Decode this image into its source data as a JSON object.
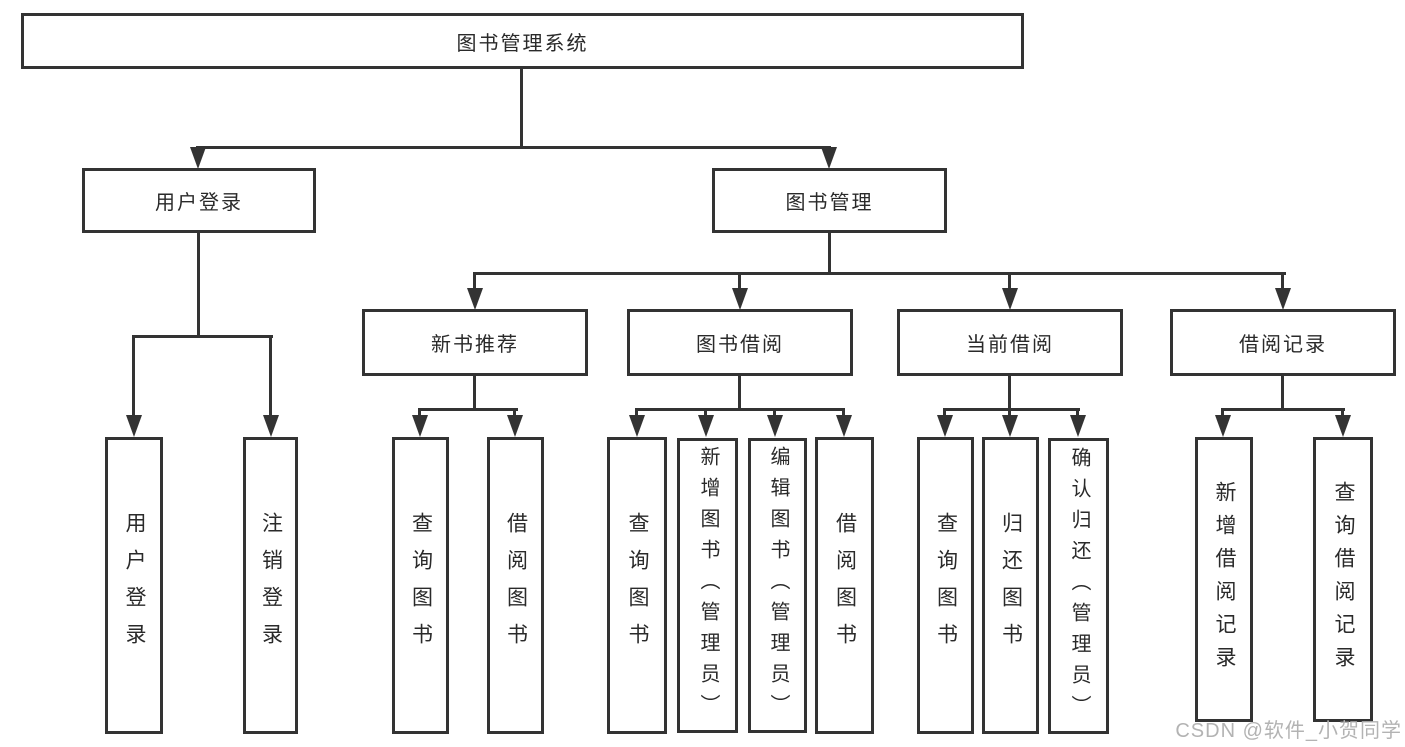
{
  "diagram_title": "图书管理系统",
  "nodes": {
    "root": {
      "label": "图书管理系统"
    },
    "level2": {
      "user_login": {
        "label": "用户登录"
      },
      "book_management": {
        "label": "图书管理"
      }
    },
    "level3": {
      "new_book": {
        "label": "新书推荐"
      },
      "book_borrow": {
        "label": "图书借阅"
      },
      "current_borrow": {
        "label": "当前借阅"
      },
      "borrow_records": {
        "label": "借阅记录"
      }
    },
    "leaves": {
      "user_login": [
        "用户登录",
        "注销登录"
      ],
      "new_book": [
        "查询图书",
        "借阅图书"
      ],
      "book_borrow": [
        "查询图书",
        "新增图书（管理员）",
        "编辑图书（管理员）",
        "借阅图书"
      ],
      "current_borrow": [
        "查询图书",
        "归还图书",
        "确认归还（管理员）"
      ],
      "borrow_records": [
        "新增借阅记录",
        "查询借阅记录"
      ]
    }
  },
  "watermark": "CSDN @软件_小贺同学",
  "colors": {
    "line": "#333333",
    "text": "#2a2a2a",
    "watermark": "#b3b3b3",
    "background": "#ffffff"
  }
}
